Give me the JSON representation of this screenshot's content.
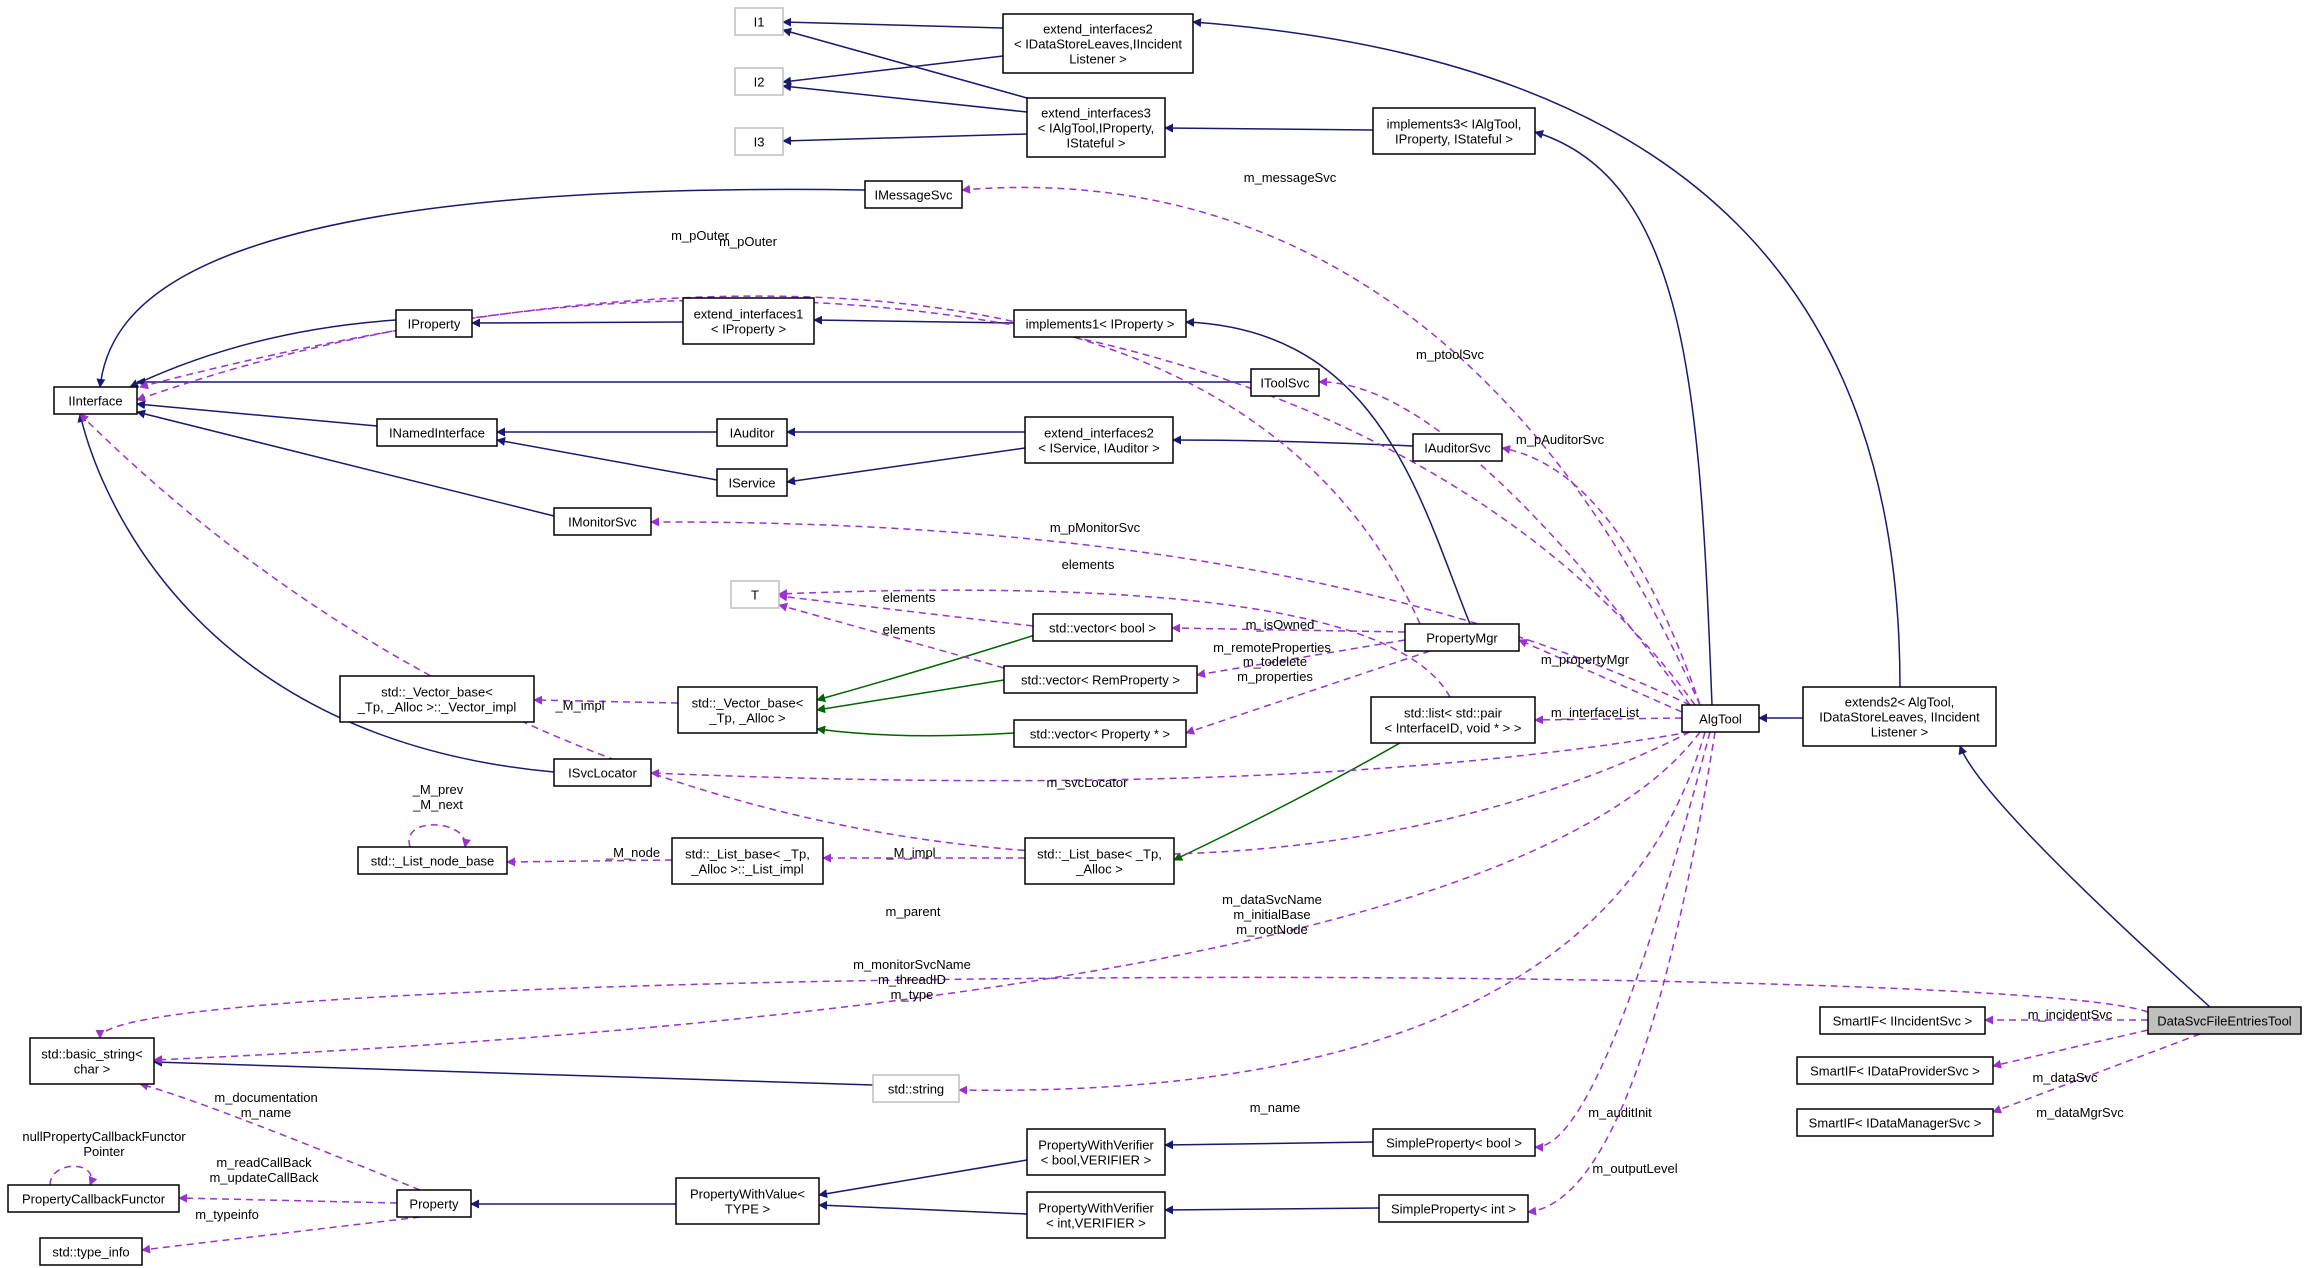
{
  "colors": {
    "inheritance": "#191970",
    "template": "#006400",
    "usage": "#9a32cd",
    "box_border": "#000000",
    "box_grey_border": "#bfbfbf",
    "box_fill": "#ffffff",
    "focus_fill": "#bfbfbf"
  },
  "nodes": {
    "I1": {
      "lines": [
        "I1"
      ],
      "grey": true
    },
    "I2": {
      "lines": [
        "I2"
      ],
      "grey": true
    },
    "I3": {
      "lines": [
        "I3"
      ],
      "grey": true
    },
    "extIf2Incident": {
      "lines": [
        "extend_interfaces2",
        "< IDataStoreLeaves,IIncident",
        "Listener >"
      ]
    },
    "extIf3": {
      "lines": [
        "extend_interfaces3",
        "< IAlgTool,IProperty,",
        "IStateful >"
      ]
    },
    "impl3": {
      "lines": [
        "implements3< IAlgTool,",
        "IProperty, IStateful >"
      ]
    },
    "IMessageSvc": {
      "lines": [
        "IMessageSvc"
      ]
    },
    "IInterface": {
      "lines": [
        "IInterface"
      ]
    },
    "IProperty": {
      "lines": [
        "IProperty"
      ]
    },
    "extIf1": {
      "lines": [
        "extend_interfaces1",
        "< IProperty >"
      ]
    },
    "impl1": {
      "lines": [
        "implements1< IProperty >"
      ]
    },
    "IToolSvc": {
      "lines": [
        "IToolSvc"
      ]
    },
    "INamedInterface": {
      "lines": [
        "INamedInterface"
      ]
    },
    "IAuditor": {
      "lines": [
        "IAuditor"
      ]
    },
    "extIf2Service": {
      "lines": [
        "extend_interfaces2",
        "< IService, IAuditor >"
      ]
    },
    "IAuditorSvc": {
      "lines": [
        "IAuditorSvc"
      ]
    },
    "IService": {
      "lines": [
        "IService"
      ]
    },
    "IMonitorSvc": {
      "lines": [
        "IMonitorSvc"
      ]
    },
    "T": {
      "lines": [
        "T"
      ],
      "grey": true
    },
    "vecBool": {
      "lines": [
        "std::vector< bool >"
      ]
    },
    "PropertyMgr": {
      "lines": [
        "PropertyMgr"
      ]
    },
    "vecRemProp": {
      "lines": [
        "std::vector< RemProperty >"
      ]
    },
    "vecBaseImpl": {
      "lines": [
        "std::_Vector_base<",
        "_Tp, _Alloc >::_Vector_impl"
      ]
    },
    "vecBase": {
      "lines": [
        "std::_Vector_base<",
        "_Tp, _Alloc >"
      ]
    },
    "vecPropPtr": {
      "lines": [
        "std::vector< Property * >"
      ]
    },
    "listPair": {
      "lines": [
        "std::list< std::pair",
        "< InterfaceID, void * > >"
      ]
    },
    "AlgTool": {
      "lines": [
        "AlgTool"
      ]
    },
    "extends2": {
      "lines": [
        "extends2< AlgTool,",
        "IDataStoreLeaves, IIncident",
        "Listener >"
      ]
    },
    "ISvcLocator": {
      "lines": [
        "ISvcLocator"
      ]
    },
    "listNodeBase": {
      "lines": [
        "std::_List_node_base"
      ]
    },
    "listBaseImpl": {
      "lines": [
        "std::_List_base< _Tp,",
        "_Alloc >::_List_impl"
      ]
    },
    "listBase": {
      "lines": [
        "std::_List_base< _Tp,",
        "_Alloc >"
      ]
    },
    "SmartIncident": {
      "lines": [
        "SmartIF< IIncidentSvc >"
      ]
    },
    "DataSvcTool": {
      "lines": [
        "DataSvcFileEntriesTool"
      ],
      "focus": true
    },
    "basicString": {
      "lines": [
        "std::basic_string<",
        "char >"
      ]
    },
    "SmartDataProvider": {
      "lines": [
        "SmartIF< IDataProviderSvc >"
      ]
    },
    "SmartDataManager": {
      "lines": [
        "SmartIF< IDataManagerSvc >"
      ]
    },
    "stdString": {
      "lines": [
        "std::string"
      ],
      "grey": true
    },
    "PWVBool": {
      "lines": [
        "PropertyWithVerifier",
        "< bool,VERIFIER >"
      ]
    },
    "SPBool": {
      "lines": [
        "SimpleProperty< bool >"
      ]
    },
    "PropCallbackFunctor": {
      "lines": [
        "PropertyCallbackFunctor"
      ]
    },
    "Property": {
      "lines": [
        "Property"
      ]
    },
    "PWV": {
      "lines": [
        "PropertyWithValue<",
        "TYPE >"
      ]
    },
    "PWVInt": {
      "lines": [
        "PropertyWithVerifier",
        "< int,VERIFIER >"
      ]
    },
    "SPInt": {
      "lines": [
        "SimpleProperty< int >"
      ]
    },
    "typeInfo": {
      "lines": [
        "std::type_info"
      ]
    }
  },
  "edges": [
    {
      "kind": "inherit",
      "from": "extIf2Incident",
      "to": "I1"
    },
    {
      "kind": "inherit",
      "from": "extIf2Incident",
      "to": "I2"
    },
    {
      "kind": "inherit",
      "from": "extIf3",
      "to": "I1"
    },
    {
      "kind": "inherit",
      "from": "extIf3",
      "to": "I2"
    },
    {
      "kind": "inherit",
      "from": "extIf3",
      "to": "I3"
    },
    {
      "kind": "inherit",
      "from": "impl3",
      "to": "extIf3"
    },
    {
      "kind": "inherit",
      "from": "extends2",
      "to": "extIf2Incident"
    },
    {
      "kind": "inherit",
      "from": "AlgTool",
      "to": "impl3"
    },
    {
      "kind": "inherit",
      "from": "IMessageSvc",
      "to": "IInterface"
    },
    {
      "kind": "inherit",
      "from": "IProperty",
      "to": "IInterface"
    },
    {
      "kind": "inherit",
      "from": "extIf1",
      "to": "IProperty"
    },
    {
      "kind": "inherit",
      "from": "impl1",
      "to": "extIf1"
    },
    {
      "kind": "inherit",
      "from": "PropertyMgr",
      "to": "impl1"
    },
    {
      "kind": "inherit",
      "from": "IToolSvc",
      "to": "IInterface"
    },
    {
      "kind": "inherit",
      "from": "INamedInterface",
      "to": "IInterface"
    },
    {
      "kind": "inherit",
      "from": "IAuditor",
      "to": "INamedInterface"
    },
    {
      "kind": "inherit",
      "from": "IService",
      "to": "INamedInterface"
    },
    {
      "kind": "inherit",
      "from": "extIf2Service",
      "to": "IAuditor"
    },
    {
      "kind": "inherit",
      "from": "extIf2Service",
      "to": "IService"
    },
    {
      "kind": "inherit",
      "from": "IAuditorSvc",
      "to": "extIf2Service"
    },
    {
      "kind": "inherit",
      "from": "IMonitorSvc",
      "to": "IInterface"
    },
    {
      "kind": "inherit",
      "from": "ISvcLocator",
      "to": "IInterface"
    },
    {
      "kind": "inherit",
      "from": "extends2",
      "to": "AlgTool"
    },
    {
      "kind": "inherit",
      "from": "DataSvcTool",
      "to": "extends2"
    },
    {
      "kind": "inherit",
      "from": "stdString",
      "to": "basicString"
    },
    {
      "kind": "inherit",
      "from": "PWVBool",
      "to": "PWV"
    },
    {
      "kind": "inherit",
      "from": "PWVInt",
      "to": "PWV"
    },
    {
      "kind": "inherit",
      "from": "SPBool",
      "to": "PWVBool"
    },
    {
      "kind": "inherit",
      "from": "SPInt",
      "to": "PWVInt"
    },
    {
      "kind": "inherit",
      "from": "PWV",
      "to": "Property"
    },
    {
      "kind": "template",
      "from": "vecBool",
      "to": "vecBase"
    },
    {
      "kind": "template",
      "from": "vecRemProp",
      "to": "vecBase"
    },
    {
      "kind": "template",
      "from": "vecPropPtr",
      "to": "vecBase"
    },
    {
      "kind": "template",
      "from": "listPair",
      "to": "listBase"
    },
    {
      "kind": "usage",
      "from": "AlgTool",
      "to": "IMessageSvc",
      "label": "m_messageSvc"
    },
    {
      "kind": "usage",
      "from": "AlgTool",
      "to": "IInterface",
      "label": "m_pOuter"
    },
    {
      "kind": "usage",
      "from": "AlgTool",
      "to": "IToolSvc",
      "label": "m_ptoolSvc"
    },
    {
      "kind": "usage",
      "from": "AlgTool",
      "to": "IAuditorSvc",
      "label": "m_pAuditorSvc"
    },
    {
      "kind": "usage",
      "from": "AlgTool",
      "to": "IMonitorSvc",
      "label": "m_pMonitorSvc"
    },
    {
      "kind": "usage",
      "from": "AlgTool",
      "to": "PropertyMgr",
      "label": "m_propertyMgr"
    },
    {
      "kind": "usage",
      "from": "AlgTool",
      "to": "listPair",
      "label": "m_interfaceList"
    },
    {
      "kind": "usage",
      "from": "AlgTool",
      "to": "ISvcLocator",
      "label": "m_svcLocator"
    },
    {
      "kind": "usage",
      "from": "AlgTool",
      "to": "stdString",
      "label": "m_name"
    },
    {
      "kind": "usage",
      "from": "AlgTool",
      "to": "SPBool",
      "label": "m_auditInit"
    },
    {
      "kind": "usage",
      "from": "AlgTool",
      "to": "SPInt",
      "label": "m_outputLevel"
    },
    {
      "kind": "usage",
      "from": "AlgTool",
      "to": "basicString",
      "label_lines": [
        "m_monitorSvcName",
        "m_threadID",
        "m_type"
      ]
    },
    {
      "kind": "usage",
      "from": "listPair",
      "to": "T",
      "label": "elements"
    },
    {
      "kind": "usage",
      "from": "vecBool",
      "to": "T",
      "label": "elements"
    },
    {
      "kind": "usage",
      "from": "vecRemProp",
      "to": "T",
      "label": "elements"
    },
    {
      "kind": "usage",
      "from": "PropertyMgr",
      "to": "vecBool",
      "label": "m_isOwned"
    },
    {
      "kind": "usage",
      "from": "PropertyMgr",
      "to": "vecRemProp",
      "label": "m_remoteProperties"
    },
    {
      "kind": "usage",
      "from": "PropertyMgr",
      "to": "vecPropPtr",
      "label_lines": [
        "m_todelete",
        "m_properties"
      ]
    },
    {
      "kind": "usage",
      "from": "PropertyMgr",
      "to": "IInterface",
      "label": "m_pOuter"
    },
    {
      "kind": "usage",
      "from": "vecBase",
      "to": "vecBaseImpl",
      "label": "_M_impl"
    },
    {
      "kind": "usage",
      "from": "listBase",
      "to": "listBaseImpl",
      "label": "_M_impl"
    },
    {
      "kind": "usage",
      "from": "listBaseImpl",
      "to": "listNodeBase",
      "label": "_M_node"
    },
    {
      "kind": "usage",
      "from": "listNodeBase",
      "to": "listNodeBase",
      "label_lines": [
        "_M_prev",
        "_M_next"
      ]
    },
    {
      "kind": "usage",
      "from": "AlgTool",
      "to": "IInterface",
      "label": "m_parent"
    },
    {
      "kind": "usage",
      "from": "DataSvcTool",
      "to": "basicString",
      "label_lines": [
        "m_dataSvcName",
        "m_initialBase",
        "m_rootNode"
      ]
    },
    {
      "kind": "usage",
      "from": "DataSvcTool",
      "to": "SmartIncident",
      "label": "m_incidentSvc"
    },
    {
      "kind": "usage",
      "from": "DataSvcTool",
      "to": "SmartDataProvider",
      "label": "m_dataSvc"
    },
    {
      "kind": "usage",
      "from": "DataSvcTool",
      "to": "SmartDataManager",
      "label": "m_dataMgrSvc"
    },
    {
      "kind": "usage",
      "from": "Property",
      "to": "basicString",
      "label_lines": [
        "m_documentation",
        "m_name"
      ]
    },
    {
      "kind": "usage",
      "from": "Property",
      "to": "PropCallbackFunctor",
      "label_lines": [
        "m_readCallBack",
        "m_updateCallBack"
      ]
    },
    {
      "kind": "usage",
      "from": "PropCallbackFunctor",
      "to": "PropCallbackFunctor",
      "label_lines": [
        "nullPropertyCallbackFunctor",
        "Pointer"
      ]
    },
    {
      "kind": "usage",
      "from": "Property",
      "to": "typeInfo",
      "label": "m_typeinfo"
    }
  ]
}
